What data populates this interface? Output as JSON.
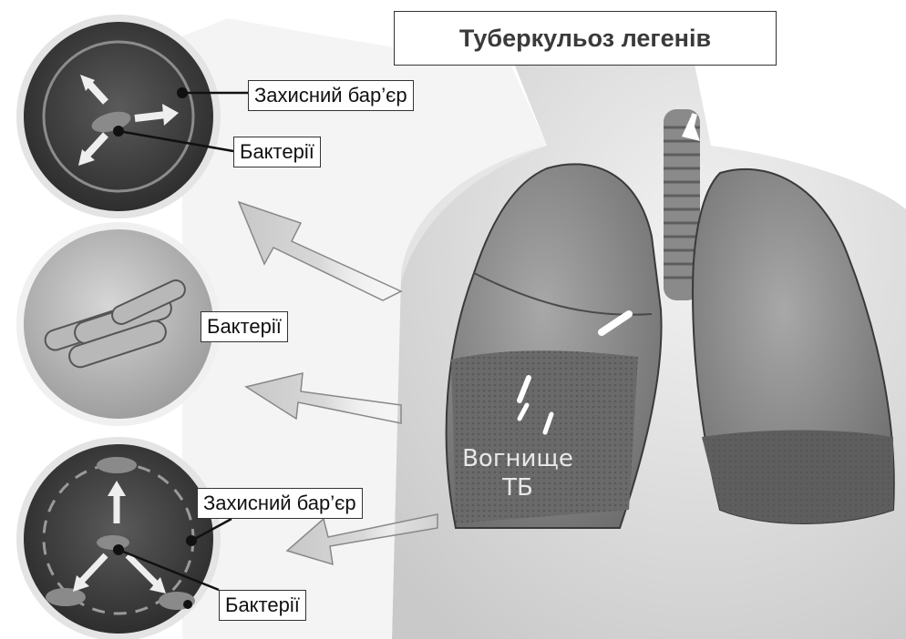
{
  "title": "Туберкульоз легенів",
  "panels": {
    "top": {
      "barrier_label": "Захисний бар’єр",
      "bacteria_label": "Бактерії"
    },
    "middle": {
      "bacteria_label": "Бактерії"
    },
    "bottom": {
      "barrier_label": "Захисний бар’єр",
      "bacteria_label": "Бактерії"
    }
  },
  "focus": {
    "line1": "Вогнище",
    "line2": "ТБ"
  }
}
